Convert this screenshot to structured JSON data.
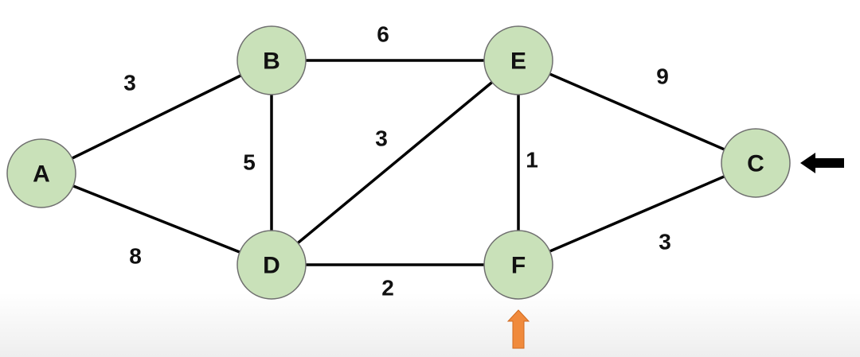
{
  "graph": {
    "node_fill": "#c9e1b9",
    "text_color": "#111111",
    "edge_color": "#000000",
    "nodes": [
      {
        "id": "A",
        "label": "A"
      },
      {
        "id": "B",
        "label": "B"
      },
      {
        "id": "E",
        "label": "E"
      },
      {
        "id": "C",
        "label": "C"
      },
      {
        "id": "D",
        "label": "D"
      },
      {
        "id": "F",
        "label": "F"
      }
    ],
    "edges": [
      {
        "from": "A",
        "to": "B",
        "weight": "3"
      },
      {
        "from": "A",
        "to": "D",
        "weight": "8"
      },
      {
        "from": "B",
        "to": "E",
        "weight": "6"
      },
      {
        "from": "B",
        "to": "D",
        "weight": "5"
      },
      {
        "from": "D",
        "to": "E",
        "weight": "3"
      },
      {
        "from": "E",
        "to": "C",
        "weight": "9"
      },
      {
        "from": "E",
        "to": "F",
        "weight": "1"
      },
      {
        "from": "D",
        "to": "F",
        "weight": "2"
      },
      {
        "from": "F",
        "to": "C",
        "weight": "3"
      }
    ]
  },
  "markers": [
    {
      "id": "black-arrow",
      "points_to": "C",
      "direction": "left",
      "color": "#000000"
    },
    {
      "id": "orange-arrow",
      "points_to": "F",
      "direction": "up",
      "color": "#f08a3c"
    }
  ]
}
